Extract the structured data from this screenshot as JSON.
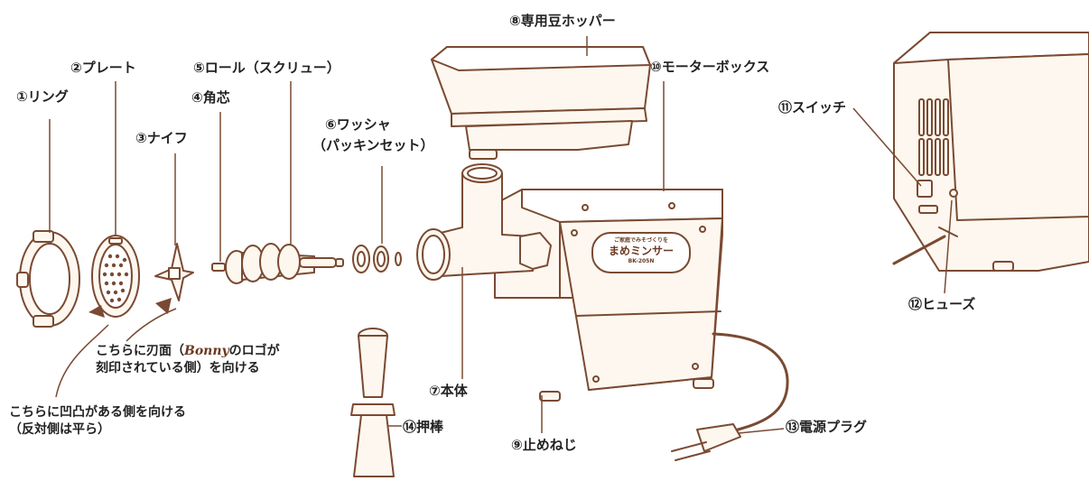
{
  "labels": {
    "ring": "①リング",
    "plate": "②プレート",
    "knife": "③ナイフ",
    "core": "④角芯",
    "roll": "⑤ロール（スクリュー）",
    "washer_1": "⑥ワッシャ",
    "washer_2": "（パッキンセット）",
    "body": "⑦本体",
    "hopper": "⑧専用豆ホッパー",
    "stop_screw": "⑨止めねじ",
    "motor_box": "⑩モーターボックス",
    "switch": "⑪スイッチ",
    "fuse": "⑫ヒューズ",
    "power_plug": "⑬電源プラグ",
    "pusher": "⑭押棒"
  },
  "notes": {
    "blade_line1_pre": "こちらに刃面（",
    "blade_logo": "Bonny",
    "blade_line1_post": "のロゴが",
    "blade_line2": "刻印されている側）を向ける",
    "bumpy_line1": "こちらに凹凸がある側を向ける",
    "bumpy_line2": "（反対側は平ら）"
  },
  "badge": {
    "top": "ご家庭でみそづくりを",
    "name": "まめミンサー",
    "model": "BK-205N"
  },
  "colors": {
    "outline": "#7a4a32",
    "fill": "#fdf7ef",
    "text": "#222222",
    "accent": "#6b3a22"
  }
}
